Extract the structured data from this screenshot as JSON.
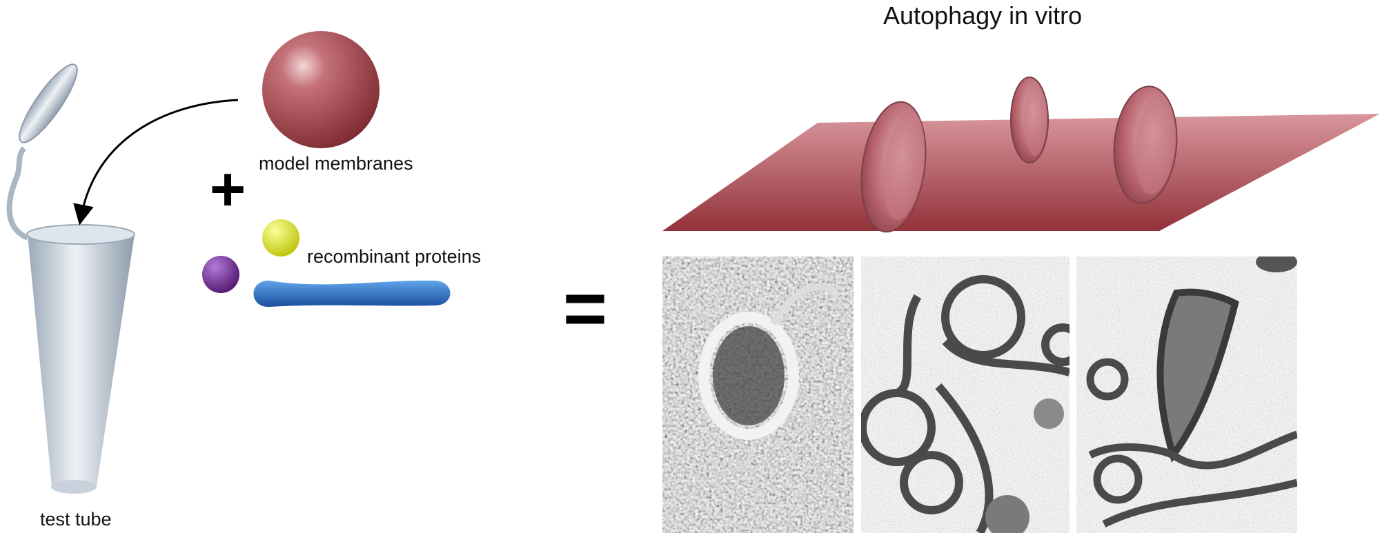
{
  "title": "Autophagy in vitro",
  "labels": {
    "test_tube": "test tube",
    "model_membranes": "model membranes",
    "recombinant_proteins": "recombinant proteins"
  },
  "operators": {
    "plus": "+",
    "equals": "="
  },
  "colors": {
    "membrane": "#a8454c",
    "plane": "#a8464d",
    "protein_yellow": "#e6ea1a",
    "protein_purple": "#6a1e8c",
    "protein_blue": "#2f6fc4",
    "tube": "#b8c4d2"
  },
  "micrographs": [
    {
      "name": "sem-micrograph"
    },
    {
      "name": "tem-micrograph-1"
    },
    {
      "name": "tem-micrograph-2"
    }
  ]
}
